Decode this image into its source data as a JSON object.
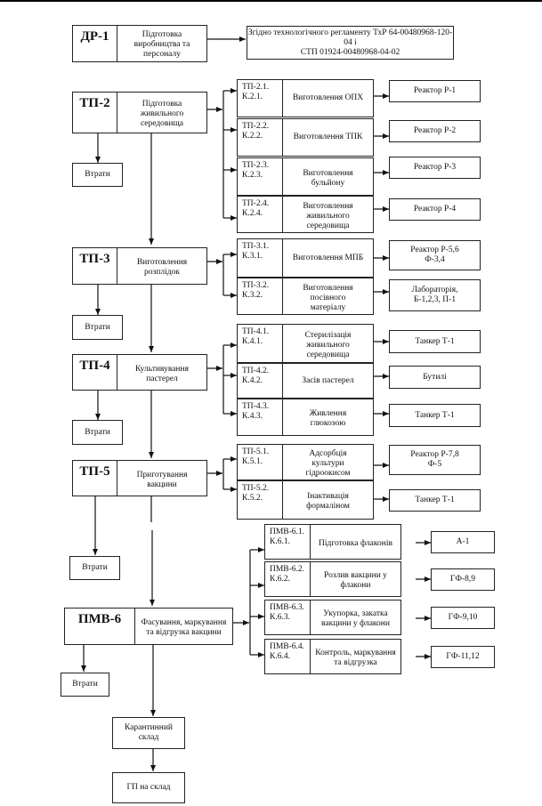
{
  "dr1": {
    "code": "ДР-1",
    "name": [
      "Підготовка",
      "виробництва та",
      "персоналу"
    ],
    "target": [
      "Згідно технологічного регламенту ТхР 64-00480968-120-04 і",
      "СТП 01924-00480968-04-02"
    ]
  },
  "stages": [
    {
      "code": "ТП-2",
      "name": [
        "Підготовка",
        "живильного",
        "середовища"
      ],
      "loss": "Втрати",
      "subs": [
        {
          "code": "ТП-2.1.",
          "k": "К.2.1.",
          "name": [
            "Виготовлення ОПХ"
          ],
          "equip": [
            "Реактор Р-1"
          ]
        },
        {
          "code": "ТП-2.2.",
          "k": "К.2.2.",
          "name": [
            "Виготовлення ТПК"
          ],
          "equip": [
            "Реактор Р-2"
          ]
        },
        {
          "code": "ТП-2.3.",
          "k": "К.2.3.",
          "name": [
            "Виготовлення",
            "бульйону"
          ],
          "equip": [
            "Реактор Р-3"
          ]
        },
        {
          "code": "ТП-2.4.",
          "k": "К.2.4.",
          "name": [
            "Виготовлення",
            "живильного",
            "середовища"
          ],
          "equip": [
            "Реактор Р-4"
          ]
        }
      ]
    },
    {
      "code": "ТП-3",
      "name": [
        "Виготовлення",
        "розплідок"
      ],
      "loss": "Втрати",
      "subs": [
        {
          "code": "ТП-3.1.",
          "k": "К.3.1.",
          "name": [
            "Виготовлення МПБ"
          ],
          "equip": [
            "Реактор Р-5,6",
            "Ф-3,4"
          ]
        },
        {
          "code": "ТП-3.2.",
          "k": "К.3.2.",
          "name": [
            "Виготовлення",
            "посівного",
            "матеріалу"
          ],
          "equip": [
            "Лабораторія,",
            "Б-1,2,3, П-1"
          ]
        }
      ]
    },
    {
      "code": "ТП-4",
      "name": [
        "Культивування",
        "пастерел"
      ],
      "loss": "Втрати",
      "subs": [
        {
          "code": "ТП-4.1.",
          "k": "К.4.1.",
          "name": [
            "Стерилізація",
            "живильного",
            "середовища"
          ],
          "equip": [
            "Танкер Т-1"
          ]
        },
        {
          "code": "ТП-4.2.",
          "k": "К.4.2.",
          "name": [
            "Засів пастерел"
          ],
          "equip": [
            "Бутилі"
          ]
        },
        {
          "code": "ТП-4.3.",
          "k": "К.4.3.",
          "name": [
            "Живлення",
            "глюкозою"
          ],
          "equip": [
            "Танкер Т-1"
          ]
        }
      ]
    },
    {
      "code": "ТП-5",
      "name": [
        "Приготування",
        "вакцини"
      ],
      "loss": "Втрати",
      "subs": [
        {
          "code": "ТП-5.1.",
          "k": "К.5.1.",
          "name": [
            "Адсорбція",
            "культури",
            "гідроокисом"
          ],
          "equip": [
            "Реактор Р-7,8",
            "Ф-5"
          ]
        },
        {
          "code": "ТП-5.2.",
          "k": "К.5.2.",
          "name": [
            "Інактивація",
            "формаліном"
          ],
          "equip": [
            "Танкер Т-1"
          ]
        }
      ]
    },
    {
      "code": "ПМВ-6",
      "name": [
        "Фасування, маркування",
        "та відгрузка вакцини"
      ],
      "loss": "Втрати",
      "subs": [
        {
          "code": "ПМВ-6.1.",
          "k": "К.6.1.",
          "name": [
            "Підготовка флаконів"
          ],
          "equip": [
            "А-1"
          ]
        },
        {
          "code": "ПМВ-6.2.",
          "k": "К.6.2.",
          "name": [
            "Розлив вакцини у",
            "флакони"
          ],
          "equip": [
            "ГФ-8,9"
          ]
        },
        {
          "code": "ПМВ-6.3.",
          "k": "К.6.3.",
          "name": [
            "Укупорка, закатка",
            "вакцини у флакони"
          ],
          "equip": [
            "ГФ-9,10"
          ]
        },
        {
          "code": "ПМВ-6.4.",
          "k": "К.6.4.",
          "name": [
            "Контроль, маркування",
            "та відгрузка"
          ],
          "equip": [
            "ГФ-11,12"
          ]
        }
      ]
    }
  ],
  "quarantine": [
    "Карантинний",
    "склад"
  ],
  "final": "ГП на склад"
}
